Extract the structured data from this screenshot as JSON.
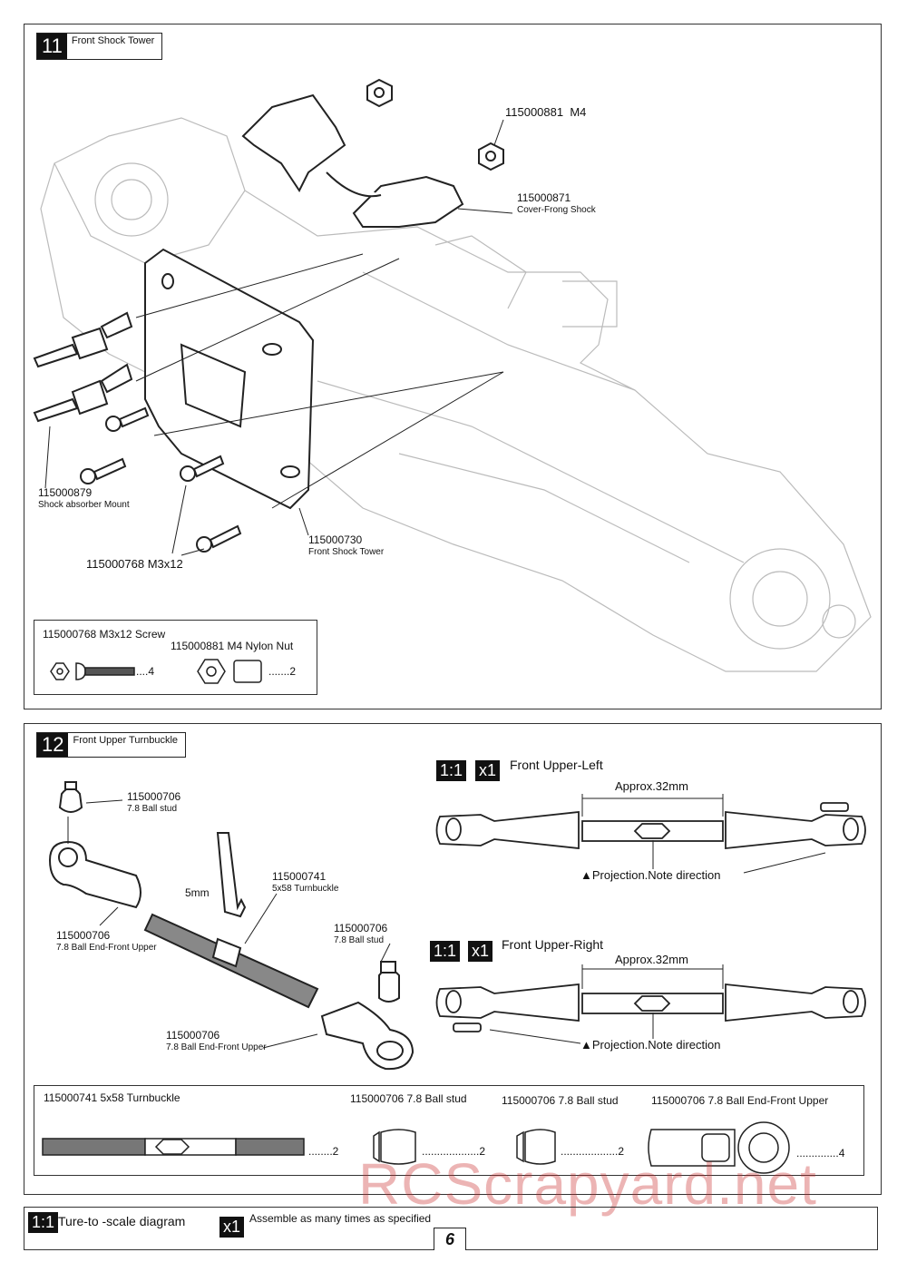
{
  "step11": {
    "number": "11",
    "title": "Front Shock Tower",
    "labels": {
      "nut_m4_code": "115000881",
      "nut_m4_size": "M4",
      "cover_code": "115000871",
      "cover_name": "Cover-Frong Shock",
      "mount_code": "115000879",
      "mount_name": "Shock absorber Mount",
      "screw_code_size": "115000768 M3x12",
      "tower_code": "115000730",
      "tower_name": "Front Shock Tower"
    },
    "parts": {
      "screw_label": "115000768  M3x12 Screw",
      "screw_qty": "4",
      "nut_label": "115000881  M4 Nylon Nut",
      "nut_qty": "2"
    }
  },
  "step12": {
    "number": "12",
    "title": "Front Upper Turnbuckle",
    "labels": {
      "ballstud_top_code": "115000706",
      "ballstud_top_name": "7.8 Ball stud",
      "turnbuckle_code": "115000741",
      "turnbuckle_name": "5x58 Turnbuckle",
      "wrench": "5mm",
      "ballend_left_code": "115000706",
      "ballend_left_name": "7.8 Ball End-Front Upper",
      "ballstud_right_code": "115000706",
      "ballstud_right_name": "7.8 Ball stud",
      "ballend_bottom_code": "115000706",
      "ballend_bottom_name": "7.8 Ball End-Front Upper"
    },
    "left_assembly": {
      "scale_tag": "1:1",
      "count_tag": "x1",
      "title": "Front Upper-Left",
      "approx": "Approx.32mm",
      "projection": "▲Projection.Note direction"
    },
    "right_assembly": {
      "scale_tag": "1:1",
      "count_tag": "x1",
      "title": "Front Upper-Right",
      "approx": "Approx.32mm",
      "projection": "▲Projection.Note direction"
    },
    "parts": {
      "turnbuckle_label": "115000741  5x58 Turnbuckle",
      "turnbuckle_qty": "2",
      "ballstud_label": "115000706  7.8 Ball stud",
      "ballstud_qty": "2",
      "ballstud2_label": "115000706  7.8 Ball stud",
      "ballstud2_qty": "2",
      "ballend_label": "115000706  7.8 Ball End-Front Upper",
      "ballend_qty": "4"
    }
  },
  "footer": {
    "scale_tag": "1:1",
    "scale_text": "Ture-to -scale diagram",
    "count_tag": "x1",
    "count_text": "Assemble as many times as specified",
    "page_number": "6"
  },
  "watermark": "RCScrapyard.net"
}
